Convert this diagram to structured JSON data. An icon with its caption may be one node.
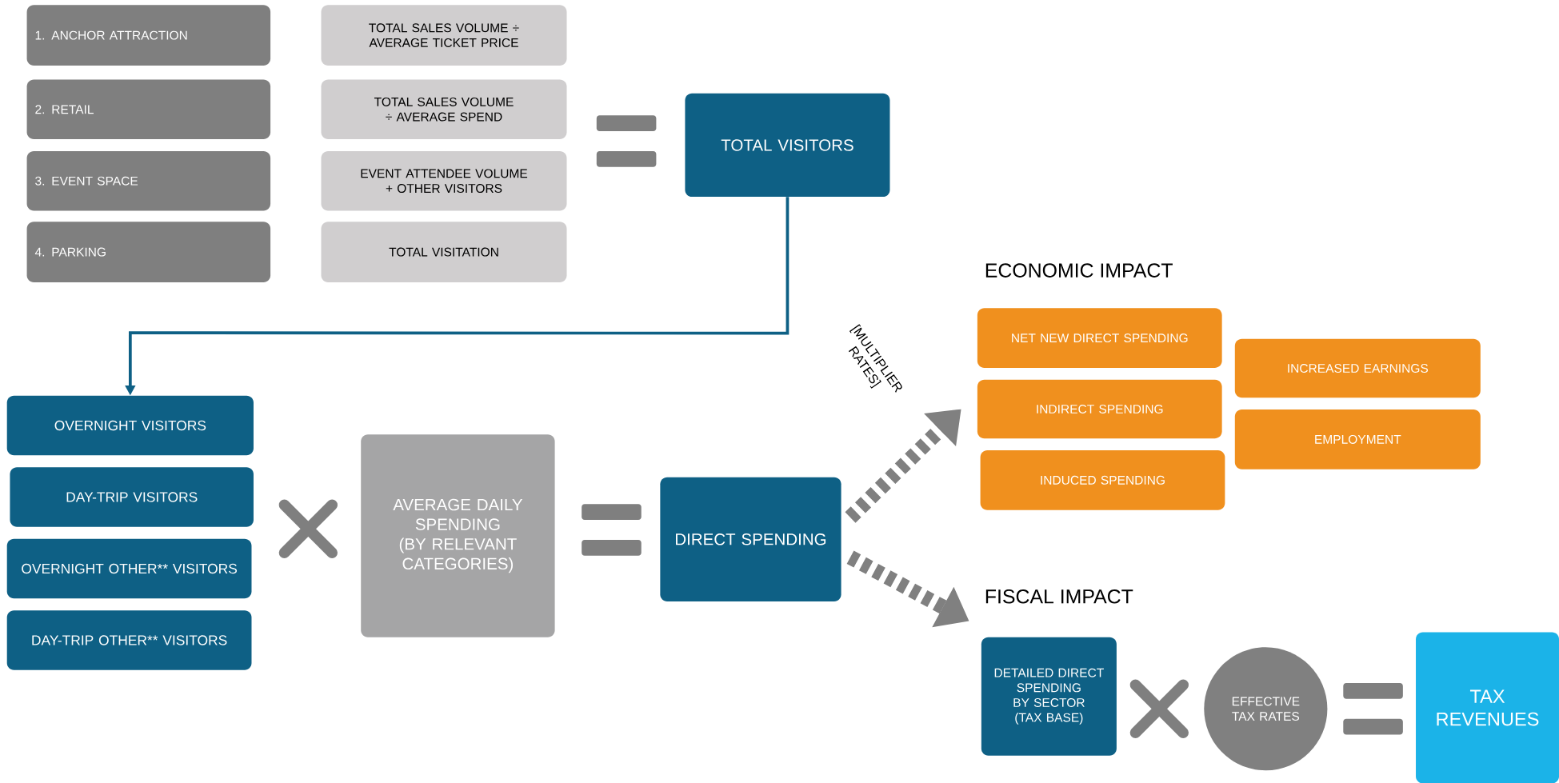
{
  "diagram": {
    "nodes": [
      {
        "text": [
          "1. ANCHOR ATTRACTION"
        ]
      },
      {
        "text": [
          "TOTAL SALES VOLUME ÷ AVERAGE TICKET PRICE"
        ]
      },
      {
        "text": [
          "2. RETAIL"
        ]
      },
      {
        "text": [
          "TOTAL SALES VOLUME ÷ AVERAGE SPEND"
        ]
      },
      {
        "text": [
          "3. EVENT SPACE"
        ]
      },
      {
        "text": [
          "EVENT ATTENDEE VOLUME + OTHER VISITORS"
        ]
      },
      {
        "text": [
          "4. PARKING"
        ]
      },
      {
        "text": [
          "TOTAL VISITATION"
        ]
      },
      {
        "text": [
          "TOTAL VISITORS"
        ]
      },
      {
        "text": [
          "NET NEW DIRECT SPENDING"
        ]
      },
      {
        "text": [
          "INDIRECT SPENDING"
        ]
      },
      {
        "text": [
          "INDUCED SPENDING"
        ]
      },
      {
        "text": [
          "INCREASED EARNINGS"
        ]
      },
      {
        "text": [
          "EMPLOYMENT"
        ]
      },
      {
        "text": [
          "OVERNIGHT VISITORS"
        ]
      },
      {
        "text": [
          "DAY-TRIP VISITORS"
        ]
      },
      {
        "text": [
          "OVERNIGHT OTHER** VISITORS"
        ]
      },
      {
        "text": [
          "DAY-TRIP OTHER** VISITORS"
        ]
      },
      {
        "text": [
          "AVERAGE DAILY SPENDING (BY RELEVANT CATEGORIES)"
        ]
      },
      {
        "text": [
          "DIRECT SPENDING"
        ]
      },
      {
        "text": [
          "DETAILED DIRECT SPENDING BY SECTOR (TAX BASE)"
        ]
      },
      {
        "text": [
          "EFFECTIVE TAX RATES"
        ]
      },
      {
        "text": [
          "TAX REVENUES"
        ]
      }
    ],
    "edges": [
      {
        "from": 8,
        "to": 14,
        "arrow": "to",
        "color": "#0e6085"
      },
      {
        "from": 19,
        "to": 10,
        "arrow": "to",
        "label": "[MULTIPLIER RATES]",
        "style": "dashed"
      },
      {
        "from": 19,
        "to": 20,
        "arrow": "to",
        "style": "dashed"
      }
    ],
    "labels": [
      "ECONOMIC IMPACT",
      "FISCAL IMPACT"
    ]
  }
}
